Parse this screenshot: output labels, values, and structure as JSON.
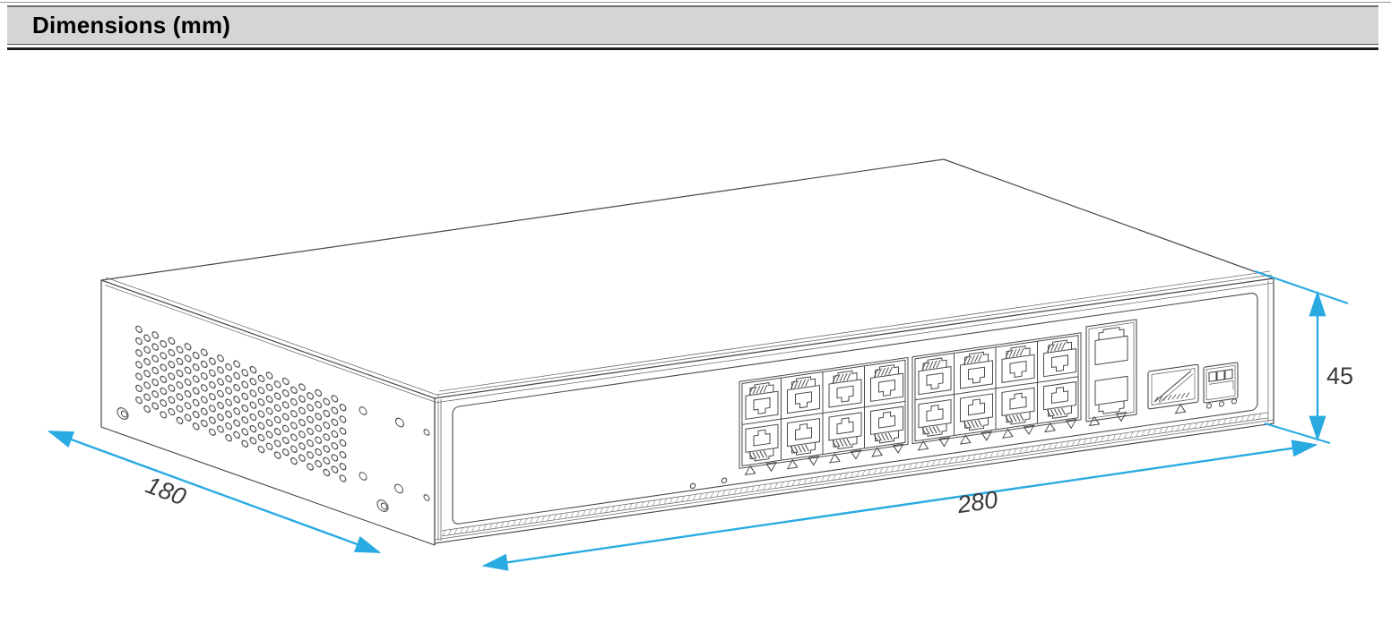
{
  "header": {
    "title": "Dimensions (mm)"
  },
  "figure": {
    "type": "isometric-technical-line-drawing",
    "subject": "Rack-mount network switch: left side panel with honeycomb vent holes and screw holes; front panel with 16 RJ45 ports in two groups of eight (2 rows x 4), two stacked uplink RJ45 ports, one SFP slot, one 3-pin terminal connector, indicator triangles, LED holes",
    "units": "mm",
    "dimension_labels": {
      "depth": "180",
      "width": "280",
      "height": "45"
    },
    "colors": {
      "dimension_accent": "#29ABE2",
      "line_art": "#4a4a4a",
      "header_background": "#d5d5d5",
      "dimension_text": "#3b3b3b"
    }
  }
}
